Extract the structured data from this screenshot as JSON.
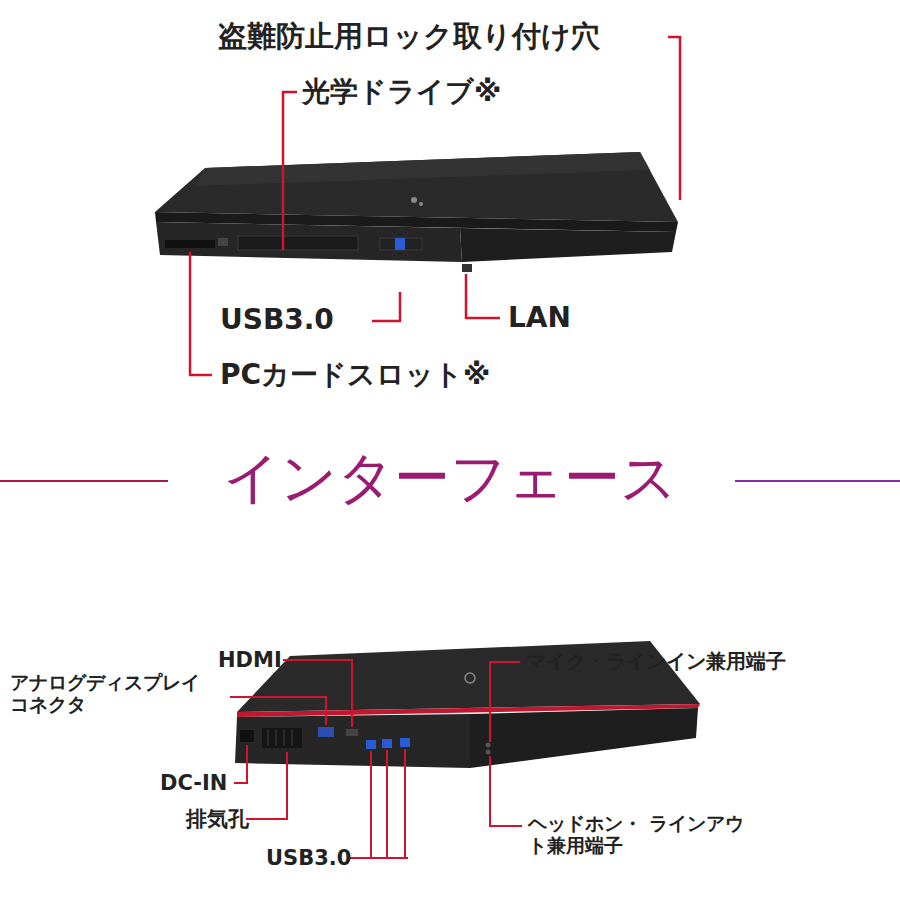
{
  "diagram": {
    "title": "インターフェース",
    "labels": [
      "盗難防止用ロック取り付け穴",
      "光学ドライブ※",
      "USB3.0",
      "LAN",
      "PCカードスロット※",
      "HDMI",
      "アナログディスプレイ コネクタ",
      "マイク・ラインイン兼用端子",
      "DC-IN",
      "ヘッドホン・ ラインアウト兼用端子",
      "排気孔",
      "USB3.0"
    ]
  }
}
